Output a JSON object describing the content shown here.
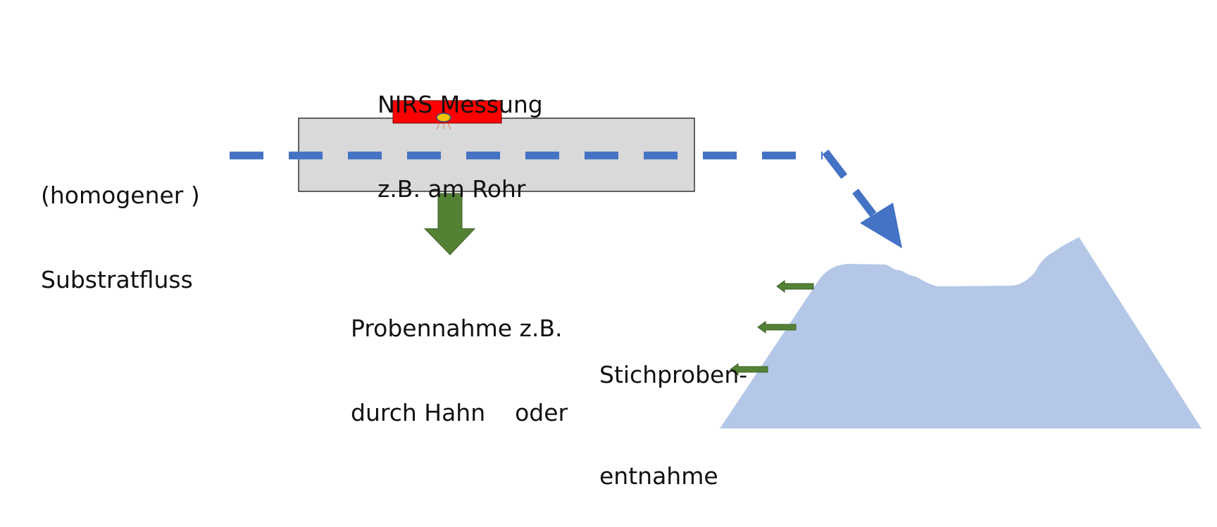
{
  "labels": {
    "flow": {
      "line1": "(homogener )",
      "line2": "Substratfluss"
    },
    "nirs": {
      "line1": "NIRS Messung",
      "line2": "z.B. am Rohr"
    },
    "sampling": {
      "line1": "Probennahme z.B.",
      "line2": "durch Hahn    oder"
    },
    "spot_sampling": {
      "line1": "Stichproben-",
      "line2": "entnahme"
    }
  },
  "colors": {
    "flow_arrow": "#4472c4",
    "pipe_fill": "#d9d9d9",
    "sensor": "#ff0000",
    "sensor_led": "#f5c400",
    "sample_arrow": "#548235",
    "heap": "#b4c7e7"
  },
  "icons": {
    "sensor": "nirs-sensor-icon",
    "sampling_arrow": "down-arrow-icon",
    "spot_arrows": "left-arrow-icon"
  }
}
